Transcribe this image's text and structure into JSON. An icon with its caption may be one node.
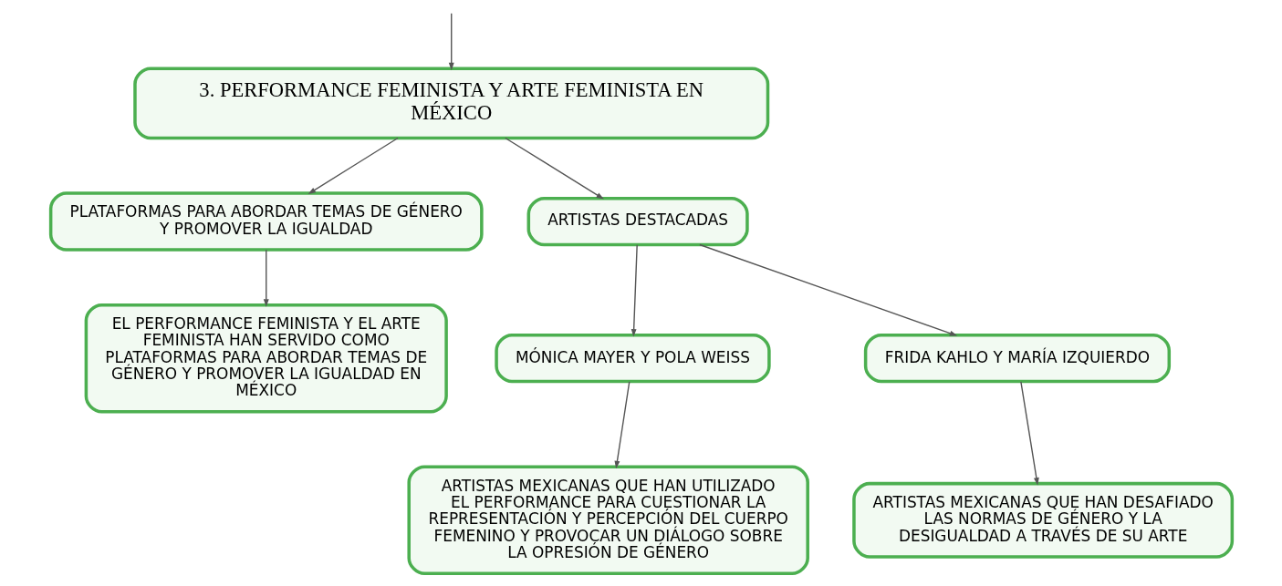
{
  "diagram": {
    "nodes": [
      {
        "text": [
          "3. PERFORMANCE FEMINISTA Y ARTE FEMINISTA EN MÉXICO"
        ]
      },
      {
        "text": [
          "PLATAFORMAS PARA ABORDAR TEMAS DE GÉNERO Y PROMOVER LA IGUALDAD"
        ]
      },
      {
        "text": [
          "ARTISTAS DESTACADAS"
        ]
      },
      {
        "text": [
          "EL PERFORMANCE FEMINISTA Y EL ARTE FEMINISTA HAN SERVIDO COMO PLATAFORMAS PARA ABORDAR TEMAS DE GÉNERO Y PROMOVER LA IGUALDAD EN MÉXICO"
        ]
      },
      {
        "text": [
          "MÓNICA MAYER Y POLA WEISS"
        ]
      },
      {
        "text": [
          "FRIDA KAHLO Y MARÍA IZQUIERDO"
        ]
      },
      {
        "text": [
          "ARTISTAS MEXICANAS QUE HAN UTILIZADO EL PERFORMANCE PARA CUESTIONAR LA REPRESENTACIÓN Y PERCEPCIÓN DEL CUERPO FEMENINO Y PROVOCAR UN DIÁLOGO SOBRE LA OPRESIÓN DE GÉNERO"
        ]
      },
      {
        "text": [
          "ARTISTAS MEXICANAS QUE HAN DESAFIADO LAS NORMAS DE GÉNERO Y LA DESIGUALDAD A TRAVÉS DE SU ARTE"
        ]
      }
    ],
    "edges": [
      {
        "from": null,
        "to": 0,
        "arrow": "to"
      },
      {
        "from": 0,
        "to": 1,
        "arrow": "to"
      },
      {
        "from": 0,
        "to": 2,
        "arrow": "to"
      },
      {
        "from": 1,
        "to": 3,
        "arrow": "to"
      },
      {
        "from": 2,
        "to": 4,
        "arrow": "to"
      },
      {
        "from": 2,
        "to": 5,
        "arrow": "to"
      },
      {
        "from": 4,
        "to": 6,
        "arrow": "to"
      },
      {
        "from": 5,
        "to": 7,
        "arrow": "to"
      }
    ]
  }
}
